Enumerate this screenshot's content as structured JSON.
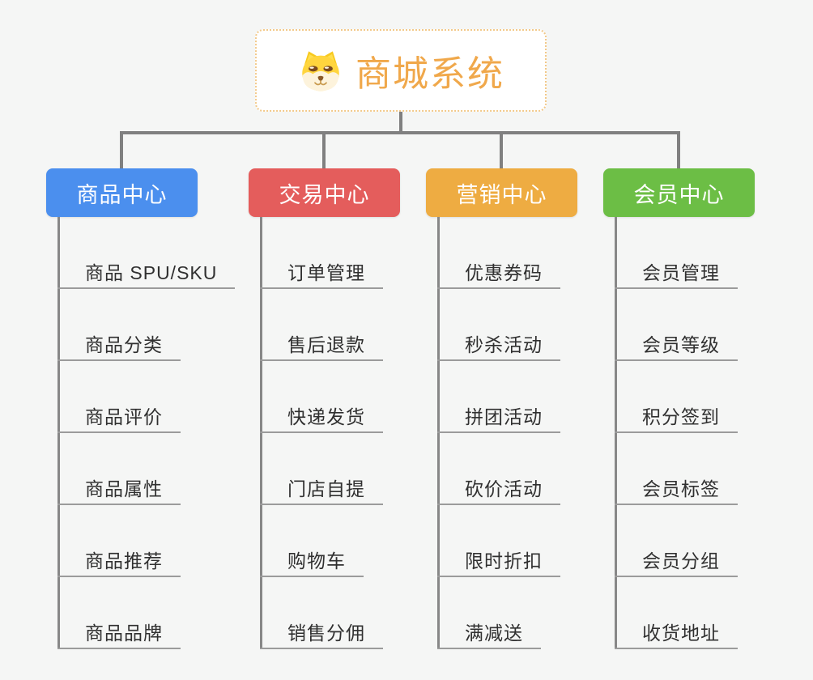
{
  "root": {
    "title": "商城系统",
    "icon": "shiba-dog-icon",
    "accent_color": "#f0a84b",
    "border_color": "#f2c98a"
  },
  "colors": {
    "background": "#f5f6f5",
    "connector": "#808080",
    "underline": "#9b9b9b",
    "leaf_text": "#303030"
  },
  "branches": [
    {
      "label": "商品中心",
      "color": "#4b8fee",
      "items": [
        "商品 SPU/SKU",
        "商品分类",
        "商品评价",
        "商品属性",
        "商品推荐",
        "商品品牌"
      ]
    },
    {
      "label": "交易中心",
      "color": "#e45d5c",
      "items": [
        "订单管理",
        "售后退款",
        "快递发货",
        "门店自提",
        "购物车",
        "销售分佣"
      ]
    },
    {
      "label": "营销中心",
      "color": "#eeac42",
      "items": [
        "优惠券码",
        "秒杀活动",
        "拼团活动",
        "砍价活动",
        "限时折扣",
        "满减送"
      ]
    },
    {
      "label": "会员中心",
      "color": "#6cbe45",
      "items": [
        "会员管理",
        "会员等级",
        "积分签到",
        "会员标签",
        "会员分组",
        "收货地址"
      ]
    }
  ]
}
